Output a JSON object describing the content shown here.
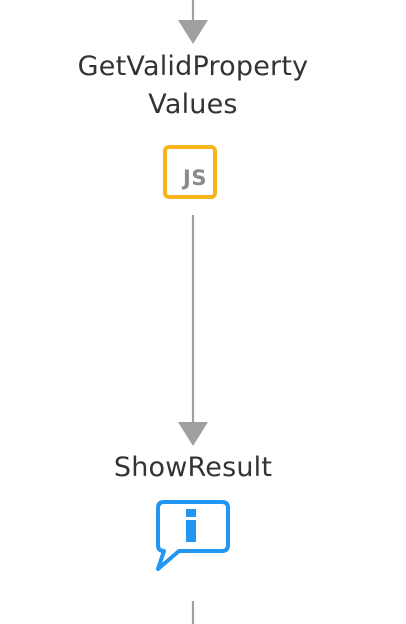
{
  "flow": {
    "nodes": [
      {
        "label_line1": "GetValidProperty",
        "label_line2": "Values",
        "icon": "js-icon",
        "icon_text": "JS",
        "icon_color": "#f5b41a"
      },
      {
        "label": "ShowResult",
        "icon": "info-message-icon",
        "icon_color": "#2196f3"
      }
    ],
    "connector_color": "#a0a0a0"
  }
}
